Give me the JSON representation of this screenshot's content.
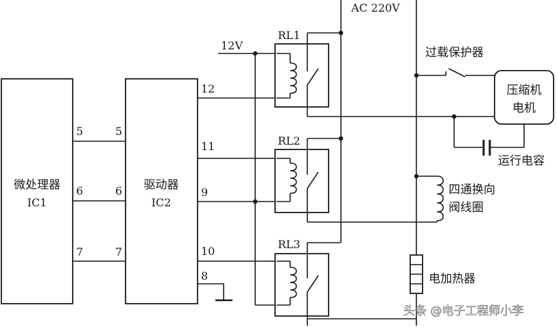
{
  "ic1": {
    "name": "微处理器",
    "id": "IC1"
  },
  "ic2": {
    "name": "驱动器",
    "id": "IC2"
  },
  "pins": {
    "ic1_a": "5",
    "ic1_b": "6",
    "ic1_c": "7",
    "ic2_a": "5",
    "ic2_b": "6",
    "ic2_c": "7",
    "p12": "12",
    "p11": "11",
    "p9": "9",
    "p10": "10",
    "p8": "8"
  },
  "supply": {
    "dc": "12V",
    "ac": "AC 220V"
  },
  "relays": {
    "rl1": "RL1",
    "rl2": "RL2",
    "rl3": "RL3"
  },
  "loads": {
    "overload": "过载保护器",
    "compressor_line1": "压缩机",
    "compressor_line2": "电机",
    "run_cap": "运行电容",
    "valve_line1": "四通换向",
    "valve_line2": "阀线圈",
    "heater": "电加热器"
  },
  "watermark": "头条 @电子工程师小李",
  "colors": {
    "line": "#1a1a1a",
    "background": "#ffffff"
  }
}
